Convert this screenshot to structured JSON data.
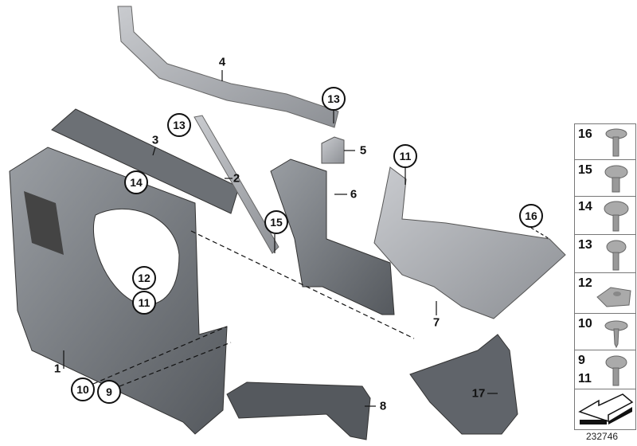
{
  "diagram": {
    "callouts": [
      {
        "id": "4",
        "circled": false
      },
      {
        "id": "13",
        "circled": true
      },
      {
        "id": "13",
        "circled": true
      },
      {
        "id": "3",
        "circled": false
      },
      {
        "id": "2",
        "circled": false
      },
      {
        "id": "5",
        "circled": false
      },
      {
        "id": "11",
        "circled": true
      },
      {
        "id": "6",
        "circled": false
      },
      {
        "id": "14",
        "circled": true
      },
      {
        "id": "15",
        "circled": true
      },
      {
        "id": "16",
        "circled": true
      },
      {
        "id": "12",
        "circled": true
      },
      {
        "id": "11",
        "circled": true
      },
      {
        "id": "7",
        "circled": false
      },
      {
        "id": "1",
        "circled": false
      },
      {
        "id": "10",
        "circled": true
      },
      {
        "id": "9",
        "circled": true
      },
      {
        "id": "8",
        "circled": false
      },
      {
        "id": "17",
        "circled": false
      }
    ],
    "legend": [
      {
        "num": "16",
        "icon": "screw-flange-long"
      },
      {
        "num": "15",
        "icon": "screw-flange"
      },
      {
        "num": "14",
        "icon": "screw-wide-head"
      },
      {
        "num": "13",
        "icon": "screw-dome"
      },
      {
        "num": "12",
        "icon": "clip-nut"
      },
      {
        "num": "10",
        "icon": "expansion-rivet"
      },
      {
        "num": "9",
        "num2": "11",
        "icon": "screw-washer"
      },
      {
        "icon": "arrow-direction"
      }
    ],
    "document_number": "232746"
  }
}
